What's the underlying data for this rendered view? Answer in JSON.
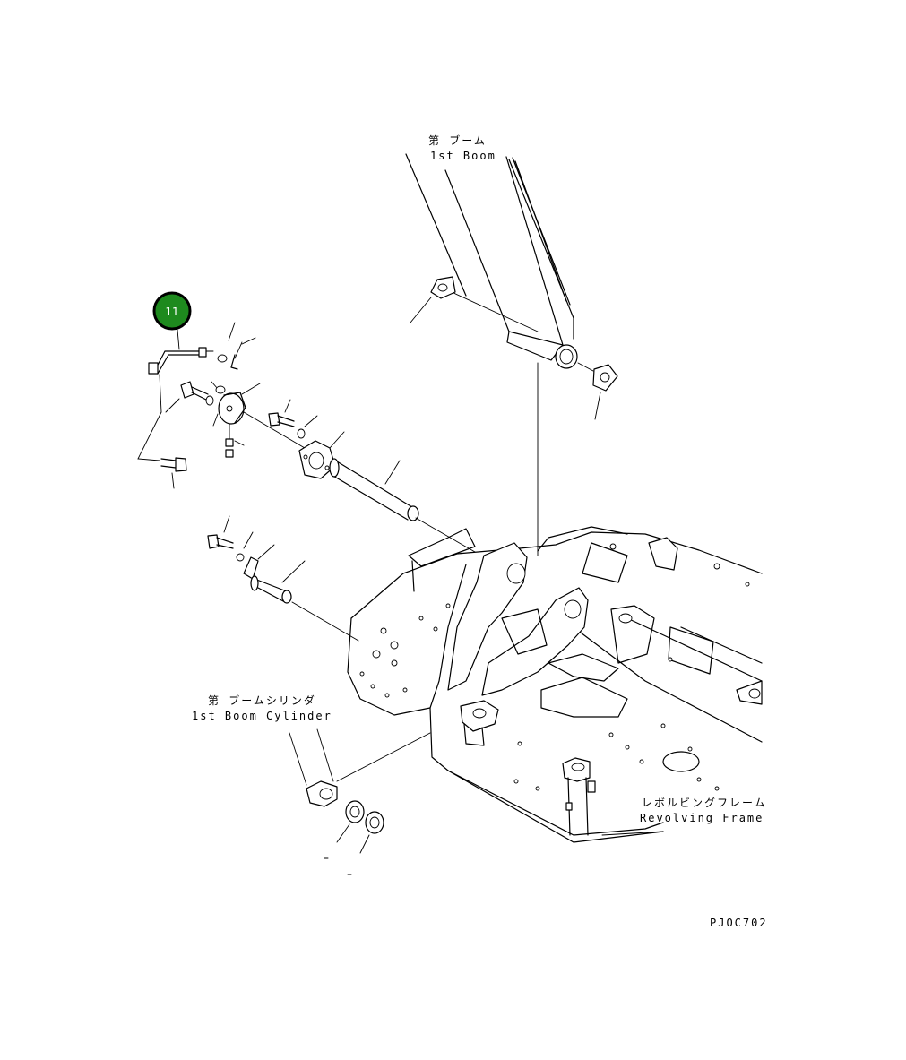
{
  "labels": {
    "boom_jp": "第 ブーム",
    "boom_en": "1st Boom",
    "cylinder_jp": "第 ブームシリンダ",
    "cylinder_en": "1st Boom Cylinder",
    "frame_jp": "レボルビングフレーム",
    "frame_en": "Revolving Frame",
    "drawing_code": "PJOC702"
  },
  "callout": {
    "number": "11",
    "color": "#1e8a1e"
  },
  "colors": {
    "line": "#000000",
    "background": "#ffffff"
  }
}
